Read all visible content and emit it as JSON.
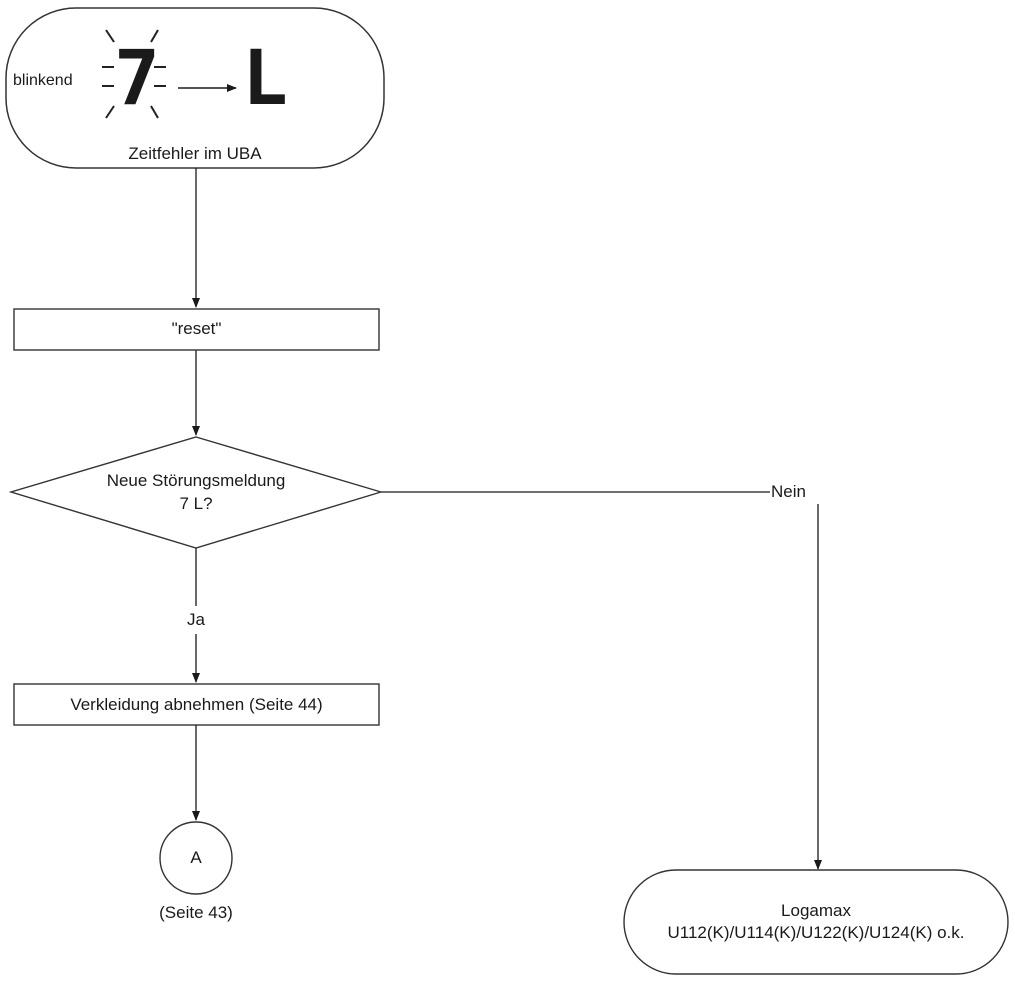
{
  "start": {
    "blink_label": "blinkend",
    "digit_from": "7",
    "digit_to": "L",
    "caption": "Zeitfehler im UBA"
  },
  "step_reset": {
    "label": "\"reset\""
  },
  "decision": {
    "line1": "Neue Störungsmeldung",
    "line2": "7 L?",
    "no_label": "Nein",
    "yes_label": "Ja"
  },
  "step_cover": {
    "label": "Verkleidung abnehmen (Seite 44)"
  },
  "connector": {
    "label": "A",
    "caption": "(Seite 43)"
  },
  "end_ok": {
    "line1": "Logamax",
    "line2": "U112(K)/U114(K)/U122(K)/U124(K) o.k."
  }
}
